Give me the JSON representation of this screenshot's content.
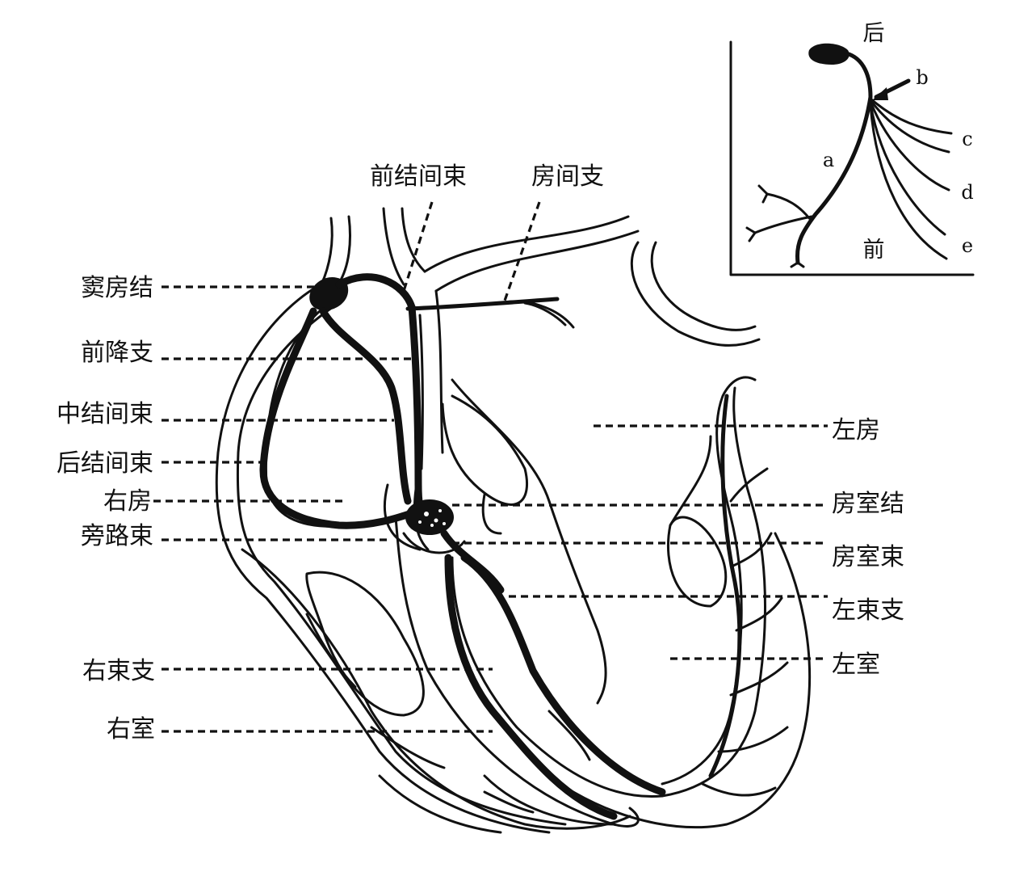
{
  "labels_left": {
    "sa_node": "窦房结",
    "anterior_descending_branch": "前降支",
    "middle_internodal_tract": "中结间束",
    "posterior_internodal_tract": "后结间束",
    "right_atrium": "右房",
    "bypass_tract": "旁路束",
    "right_bundle_branch": "右束支",
    "right_ventricle": "右室"
  },
  "labels_top": {
    "anterior_internodal_tract": "前结间束",
    "interatrial_branch": "房间支"
  },
  "labels_right": {
    "left_atrium": "左房",
    "av_node": "房室结",
    "av_bundle": "房室束",
    "left_bundle_branch": "左束支",
    "left_ventricle": "左室"
  },
  "inset": {
    "top_label": "后",
    "bottom_label": "前",
    "letters": {
      "a": "a",
      "b": "b",
      "c": "c",
      "d": "d",
      "e": "e"
    }
  }
}
